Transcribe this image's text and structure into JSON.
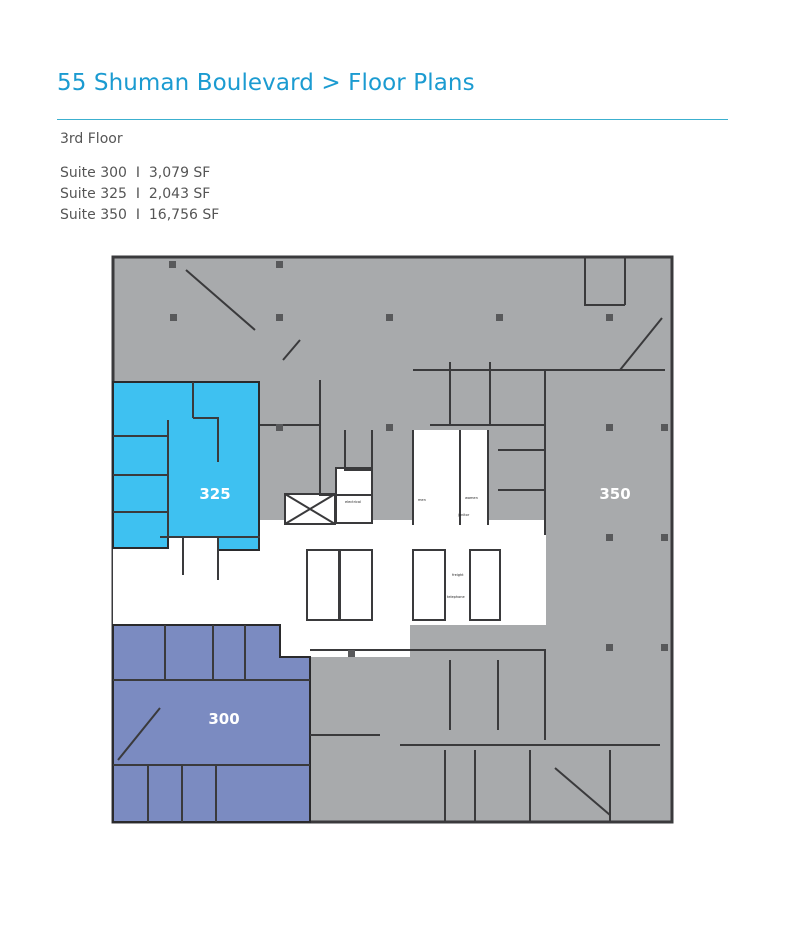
{
  "header": {
    "title": "55 Shuman Boulevard > Floor Plans"
  },
  "floor": {
    "name": "3rd Floor"
  },
  "suites": [
    {
      "label": "Suite 300",
      "separator": "I",
      "area": "3,079 SF"
    },
    {
      "label": "Suite 325",
      "separator": "I",
      "area": "2,043 SF"
    },
    {
      "label": "Suite 350",
      "separator": "I",
      "area": "16,756 SF"
    }
  ],
  "plan": {
    "suite_labels": {
      "s300": "300",
      "s325": "325",
      "s350": "350"
    },
    "room_labels": {
      "electrical": "electrical",
      "men": "men",
      "women": "women",
      "janitor": "janitor",
      "freight": "freight",
      "telephone": "telephone"
    },
    "colors": {
      "suite_300": "#7b8bc1",
      "suite_325": "#3ec1f1",
      "suite_350": "#a8aaac",
      "core": "#ffffff",
      "walls": "#3a3a3c"
    }
  }
}
